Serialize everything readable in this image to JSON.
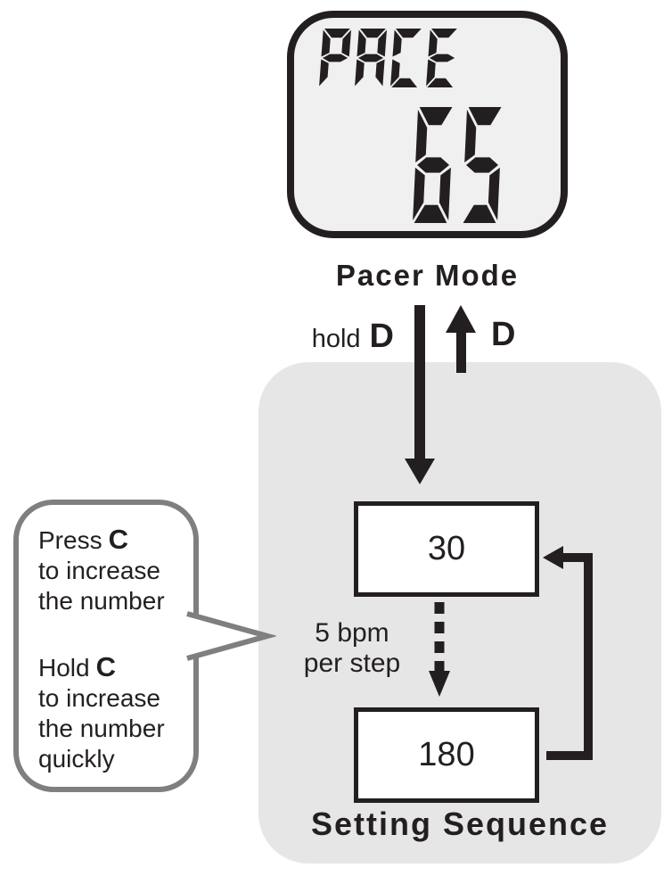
{
  "colors": {
    "ink": "#231f20",
    "panel_bg": "#e6e6e6",
    "lcd_bg": "#f0f0f0",
    "bubble_border": "#7f7f7f"
  },
  "lcd": {
    "label": "PACE",
    "value": "65",
    "caption": "Pacer Mode"
  },
  "transition": {
    "down_prefix": "hold",
    "down_key": "D",
    "up_key": "D"
  },
  "sequence": {
    "title": "Setting Sequence",
    "start_value": "30",
    "end_value": "180",
    "step_line1": "5 bpm",
    "step_line2": "per step"
  },
  "callout": {
    "para1": {
      "prefix": "Press",
      "key": "C",
      "line2": "to increase",
      "line3": "the number"
    },
    "para2": {
      "prefix": "Hold",
      "key": "C",
      "line2": "to increase",
      "line3": "the number",
      "line4": "quickly"
    }
  }
}
